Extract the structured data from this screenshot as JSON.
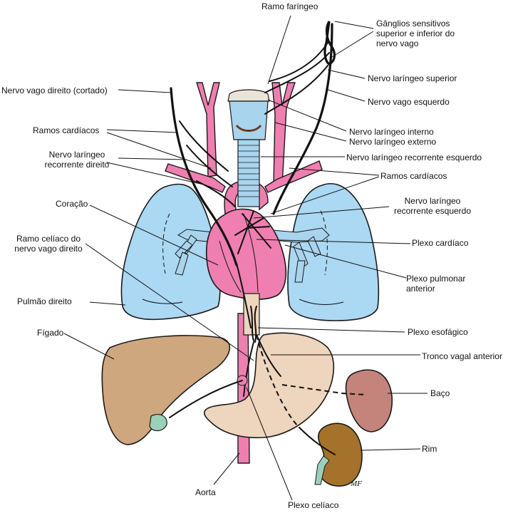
{
  "colors": {
    "vessel": "#ef7fb0",
    "lung": "#abd8f3",
    "airway": "#a8d4ee",
    "liver": "#cfa77e",
    "stomach": "#eed5bd",
    "spleen": "#c4847b",
    "kidney": "#a4722a",
    "gallbladder": "#9bd0bb",
    "outline": "#1a1a1a"
  },
  "labels": {
    "ramo_faringeo": "Ramo faríngeo",
    "ganglios": "Gânglios sensitivos\nsuperior e inferior do\nnervo vago",
    "nervo_laringeo_superior": "Nervo laríngeo superior",
    "nervo_vago_esquerdo": "Nervo vago esquerdo",
    "nervo_vago_direito": "Nervo vago direito (cortado)",
    "ramos_cardiacos_left": "Ramos cardíacos",
    "nervo_laringeo_interno": "Nervo laríngeo interno",
    "nervo_laringeo_externo": "Nervo laríngeo externo",
    "nervo_laringeo_recorrente_direito": "Nervo laríngeo\nrecorrente direito",
    "nervo_laringeo_recorrente_esquerdo_top": "Nervo laríngeo recorrente esquerdo",
    "ramos_cardiacos_right": "Ramos cardíacos",
    "coracao": "Coração",
    "nervo_laringeo_recorrente_esquerdo_mid": "Nervo laríngeo\nrecorrente esquerdo",
    "ramo_celiaco": "Ramo celíaco do\nnervo vago direito",
    "plexo_cardiaco": "Plexo cardíaco",
    "plexo_pulmonar": "Plexo pulmonar\nanterior",
    "pulmao_direito": "Pulmão direito",
    "figado": "Fígado",
    "plexo_esofagico": "Plexo esofágico",
    "tronco_vagal": "Tronco vagal anterior",
    "baco": "Baço",
    "rim": "Rim",
    "aorta": "Aorta",
    "plexo_celiaco": "Plexo celíaco",
    "signature": "MF"
  }
}
